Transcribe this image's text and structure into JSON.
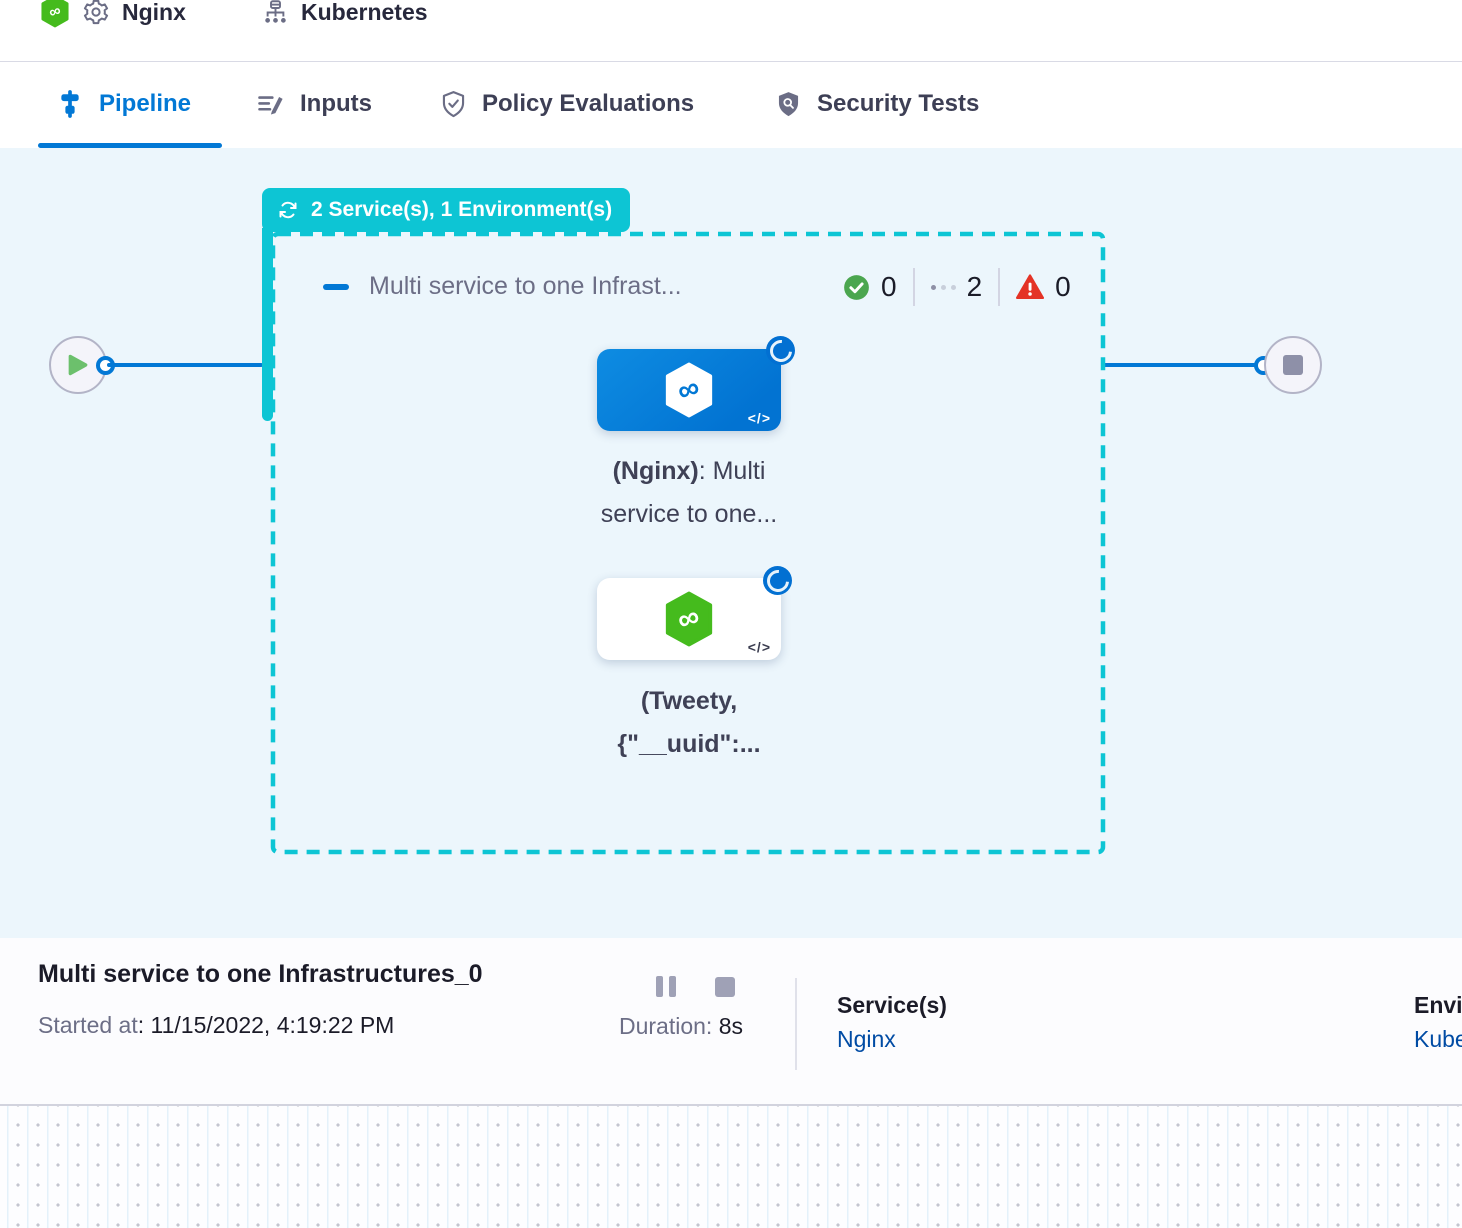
{
  "app": {
    "context": {
      "pipeline_name": "Nginx",
      "connector_name": "Kubernetes"
    }
  },
  "tabs": [
    {
      "label": "Pipeline",
      "active": true
    },
    {
      "label": "Inputs",
      "active": false
    },
    {
      "label": "Policy Evaluations",
      "active": false
    },
    {
      "label": "Security Tests",
      "active": false
    }
  ],
  "canvas": {
    "group_badge_label": "2 Service(s), 1 Environment(s)",
    "stage_header": {
      "title": "Multi service to one Infrast...",
      "success_count": "0",
      "running_count": "2",
      "failed_count": "0"
    },
    "nodes": [
      {
        "label_bold": "(Nginx)",
        "label_tail": ": Multi",
        "label_line2": "service to one...",
        "code_glyph": "</>"
      },
      {
        "label_line1": "(Tweety,",
        "label_line2": "{\"__uuid\":...",
        "code_glyph": "</>"
      }
    ]
  },
  "footer": {
    "title": "Multi service to one Infrastructures_0",
    "started_label": "Started at",
    "started_value": ": 11/15/2022, 4:19:22 PM",
    "duration_label": "Duration: ",
    "duration_value": "8s",
    "services_label": "Service(s)",
    "services_value": "Nginx",
    "environments_label": "Environment(s)",
    "environments_value": "Kubernetes"
  },
  "colors": {
    "accent_blue": "#0278d5",
    "loop_teal": "#0dc5d4",
    "success_green": "#4ba64f",
    "error_red": "#e43326",
    "link_blue": "#004ba4",
    "canvas_bg": "#ecf6fc",
    "node_green": "#45bb1d"
  }
}
